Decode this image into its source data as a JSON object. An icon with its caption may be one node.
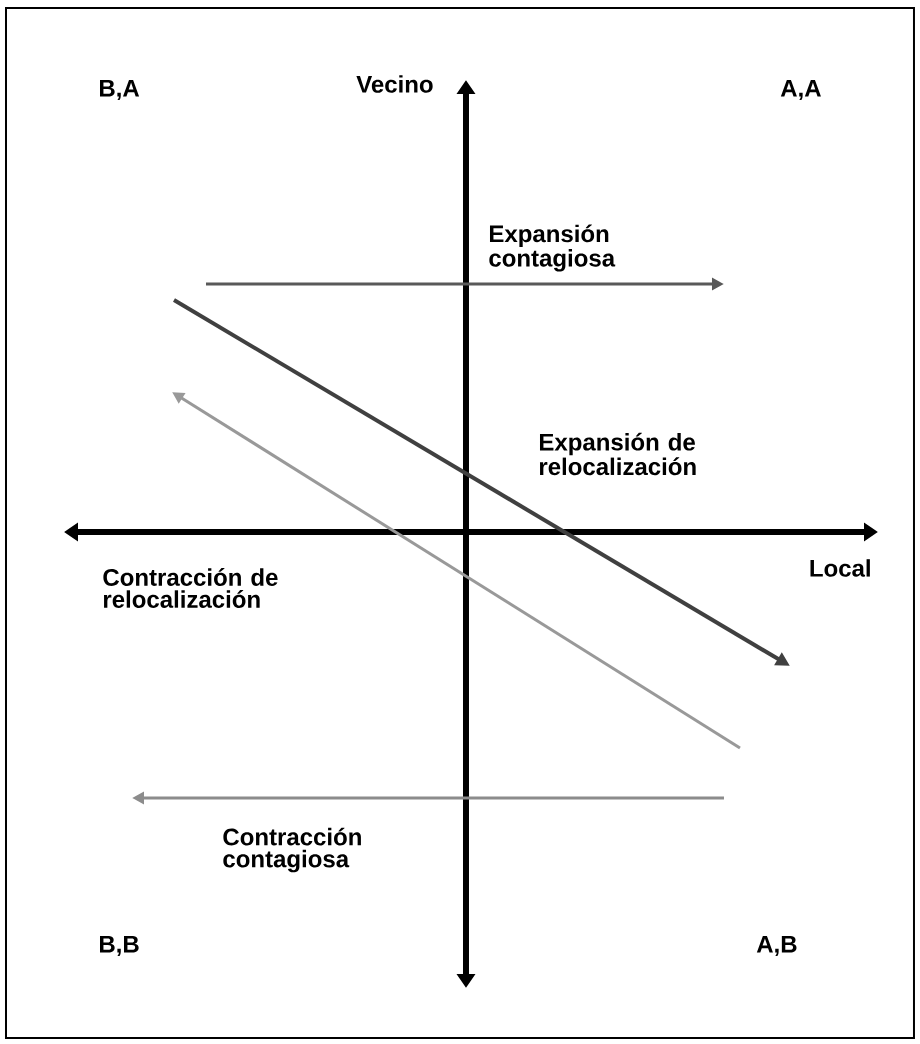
{
  "diagram": {
    "labels": [
      "B,A",
      "Vecino",
      "A,A",
      "Expansión contagiosa",
      "Expansión de relocalización",
      "Contracción de relocalización",
      "Local",
      "Contracción contagiosa",
      "B,B",
      "A,B"
    ]
  }
}
